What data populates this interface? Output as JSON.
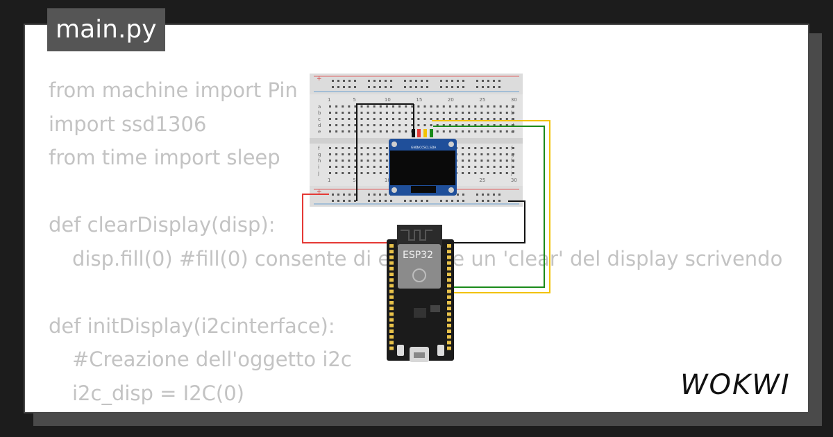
{
  "file_tab": {
    "label": "main.py"
  },
  "code_lines": [
    {
      "text": "from machine import Pin",
      "indent": false
    },
    {
      "text": "import ssd1306",
      "indent": false
    },
    {
      "text": "from time import sleep",
      "indent": false
    },
    {
      "text": "",
      "indent": false
    },
    {
      "text": "def clearDisplay(disp):",
      "indent": false
    },
    {
      "text": "disp.fill(0) #fill(0) consente di eseguire un 'clear' del display scrivendo",
      "indent": true
    },
    {
      "text": "",
      "indent": false
    },
    {
      "text": "def initDisplay(i2cinterface):",
      "indent": false
    },
    {
      "text": "#Creazione dell'oggetto i2c",
      "indent": true
    },
    {
      "text": "i2c_disp = I2C(0)",
      "indent": true
    }
  ],
  "diagram": {
    "esp32_label": "ESP32",
    "oled_pins": [
      "GND",
      "VCC",
      "SCL",
      "SDA"
    ],
    "breadboard_columns": [
      "1",
      "5",
      "10",
      "15",
      "20",
      "25",
      "30"
    ],
    "breadboard_rows_top": [
      "a",
      "b",
      "c",
      "d",
      "e"
    ],
    "breadboard_rows_bottom": [
      "f",
      "g",
      "h",
      "i",
      "j"
    ],
    "wire_colors": {
      "gnd": "#111111",
      "vcc": "#e53935",
      "scl": "#f2c200",
      "sda": "#1a8a1a"
    }
  },
  "brand": {
    "name": "WOKWI"
  }
}
